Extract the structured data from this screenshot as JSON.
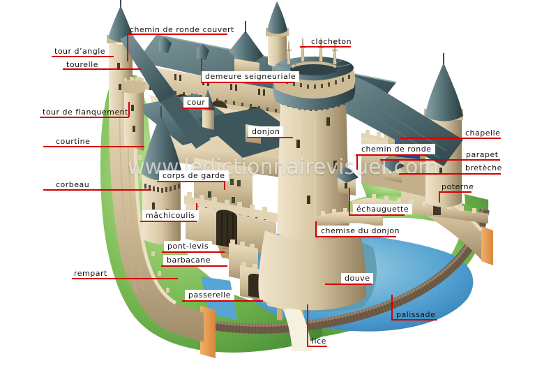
{
  "watermark": "www.ledictionnairevisuel.com",
  "colors": {
    "label_line": "#d40000",
    "label_text": "#111111",
    "roof": "#4a656b",
    "wall": "#d5c4a1",
    "grass": "#74b850",
    "water": "#4e9dcf",
    "cut_section": "#e89a52"
  },
  "labels": {
    "chemin_de_ronde_couvert": "chemin de ronde couvert",
    "tour_d_angle": "tour d’angle",
    "tourelle": "tourelle",
    "tour_de_flanquement": "tour de flanquement",
    "courtine": "courtine",
    "corbeau": "corbeau",
    "rempart": "rempart",
    "clocheton": "clocheton",
    "demeure_seigneuriale": "demeure seigneuriale",
    "cour": "cour",
    "donjon": "donjon",
    "chapelle": "chapelle",
    "chemin_de_ronde": "chemin de ronde",
    "parapet": "parapet",
    "breteche": "bretèche",
    "poterne": "poterne",
    "echauguette": "échauguette",
    "chemise_du_donjon": "chemise du donjon",
    "corps_de_garde": "corps de garde",
    "machicoulis": "mâchicoulis",
    "pont_levis": "pont-levis",
    "barbacane": "barbacane",
    "passerelle": "passerelle",
    "douve": "douve",
    "palissade": "palissade",
    "lice": "lice"
  }
}
